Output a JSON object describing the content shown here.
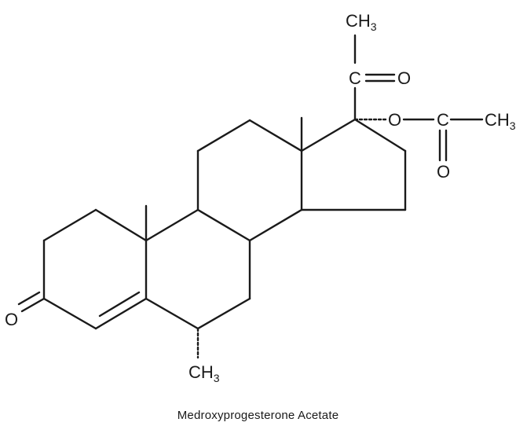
{
  "compound": {
    "caption": "Medroxyprogesterone Acetate"
  },
  "atoms": {
    "methyl_top": {
      "main": "CH",
      "sub": "3"
    },
    "ketone_top_c": "C",
    "ketone_top_o": "O",
    "ester_o": "O",
    "ester_c": "C",
    "ester_methyl": {
      "main": "CH",
      "sub": "3"
    },
    "ester_carbonyl_o": "O",
    "ring_a_ketone_o": "O",
    "methyl_6": {
      "main": "CH",
      "sub": "3"
    }
  },
  "colors": {
    "ink": "#1a1a1a",
    "background": "#ffffff"
  }
}
